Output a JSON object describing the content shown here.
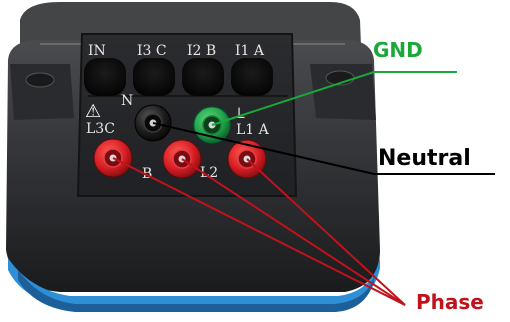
{
  "device": {
    "current_inputs": [
      "IN",
      "I3 C",
      "I2 B",
      "I1 A"
    ],
    "voltage_inputs": {
      "neutral": "N",
      "ground_symbol": "⊥",
      "l3": "L3C",
      "l2": "L2",
      "l1": "L1 A",
      "b": "B"
    },
    "warning_symbol": "⚠"
  },
  "callouts": {
    "gnd": {
      "label": "GND",
      "color": "#1aa83a"
    },
    "neutral": {
      "label": "Neutral",
      "color": "#000000"
    },
    "phase": {
      "label": "Phase",
      "color": "#c0121b"
    }
  },
  "colors": {
    "body": "#3a3b3d",
    "body_dark": "#1e1f21",
    "stripe": "#2f8fd6",
    "socket_red": "#d71e24",
    "socket_green": "#21a349",
    "socket_black": "#151515"
  }
}
